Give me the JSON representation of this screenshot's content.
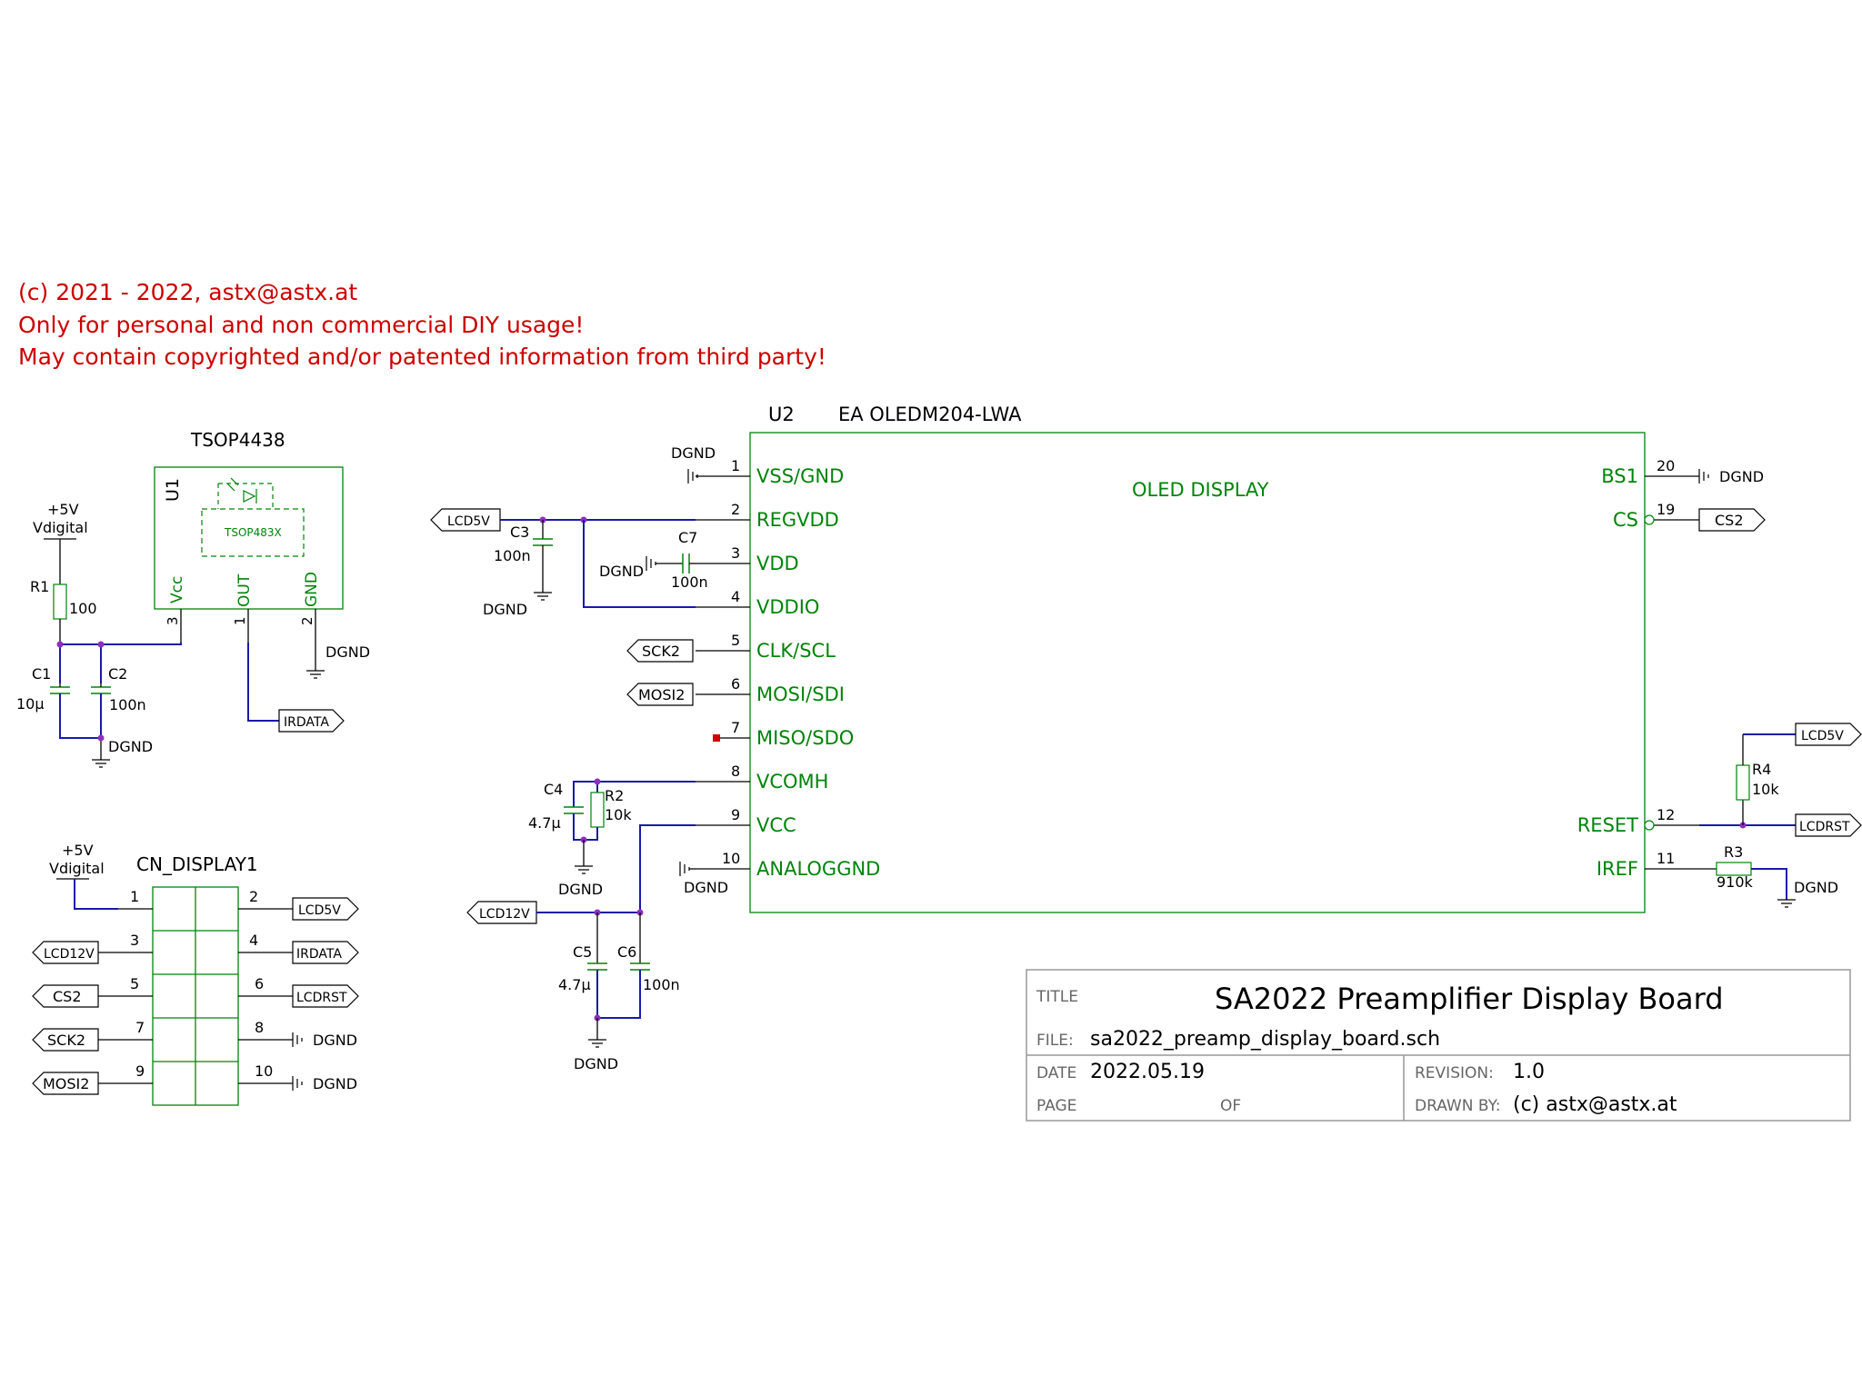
{
  "notice": [
    "(c) 2021 - 2022, astx@astx.at",
    "Only for personal and non commercial DIY usage!",
    "May contain copyrighted and/or patented information from third party!"
  ],
  "u1": {
    "value": "TSOP4438",
    "ref": "U1",
    "inner": "TSOP483X",
    "pins": [
      {
        "num": "3",
        "name": "Vcc"
      },
      {
        "num": "1",
        "name": "OUT"
      },
      {
        "num": "2",
        "name": "GND"
      }
    ]
  },
  "power_5v": {
    "line1": "+5V",
    "line2": "Vdigital"
  },
  "r1": {
    "ref": "R1",
    "value": "100"
  },
  "c1": {
    "ref": "C1",
    "value": "10µ"
  },
  "c2": {
    "ref": "C2",
    "value": "100n"
  },
  "dgnd": "DGND",
  "irdata": "IRDATA",
  "connector": {
    "ref": "CN_DISPLAY1",
    "pins": [
      "1",
      "2",
      "3",
      "4",
      "5",
      "6",
      "7",
      "8",
      "9",
      "10"
    ],
    "labels": {
      "p2": "LCD5V",
      "p3": "LCD12V",
      "p4": "IRDATA",
      "p5": "CS2",
      "p6": "LCDRST",
      "p7": "SCK2",
      "p8": "DGND",
      "p9": "MOSI2",
      "p10": "DGND"
    }
  },
  "u2": {
    "ref": "U2",
    "value": "EA OLEDM204-LWA",
    "center": "OLED DISPLAY",
    "left_pins": [
      {
        "num": "1",
        "name": "VSS/GND"
      },
      {
        "num": "2",
        "name": "REGVDD"
      },
      {
        "num": "3",
        "name": "VDD"
      },
      {
        "num": "4",
        "name": "VDDIO"
      },
      {
        "num": "5",
        "name": "CLK/SCL"
      },
      {
        "num": "6",
        "name": "MOSI/SDI"
      },
      {
        "num": "7",
        "name": "MISO/SDO"
      },
      {
        "num": "8",
        "name": "VCOMH"
      },
      {
        "num": "9",
        "name": "VCC"
      },
      {
        "num": "10",
        "name": "ANALOGGND"
      }
    ],
    "right_pins": [
      {
        "num": "20",
        "name": "BS1"
      },
      {
        "num": "19",
        "name": "CS"
      },
      {
        "num": "12",
        "name": "RESET"
      },
      {
        "num": "11",
        "name": "IREF"
      }
    ]
  },
  "nets": {
    "lcd5v": "LCD5V",
    "lcd12v": "LCD12V",
    "sck2": "SCK2",
    "mosi2": "MOSI2",
    "cs2": "CS2",
    "lcdrst": "LCDRST"
  },
  "c3": {
    "ref": "C3",
    "value": "100n"
  },
  "c7": {
    "ref": "C7",
    "value": "100n"
  },
  "c4": {
    "ref": "C4",
    "value": "4.7µ"
  },
  "r2": {
    "ref": "R2",
    "value": "10k"
  },
  "c5": {
    "ref": "C5",
    "value": "4.7µ"
  },
  "c6": {
    "ref": "C6",
    "value": "100n"
  },
  "r4": {
    "ref": "R4",
    "value": "10k"
  },
  "r3": {
    "ref": "R3",
    "value": "910k"
  },
  "title_block": {
    "title_label": "TITLE",
    "title": "SA2022 Preamplifier Display Board",
    "file_label": "FILE:",
    "file": "sa2022_preamp_display_board.sch",
    "date_label": "DATE",
    "date": "2022.05.19",
    "revision_label": "REVISION:",
    "revision": "1.0",
    "page_label": "PAGE",
    "of_label": "OF",
    "drawn_label": "DRAWN BY:",
    "drawn": "(c) astx@astx.at"
  },
  "colors": {
    "symbol": "#00840a",
    "wire": "#1a1aa6",
    "junction": "#8e2ec2",
    "notice": "#cc0000",
    "unconnected": "#cc0000"
  }
}
